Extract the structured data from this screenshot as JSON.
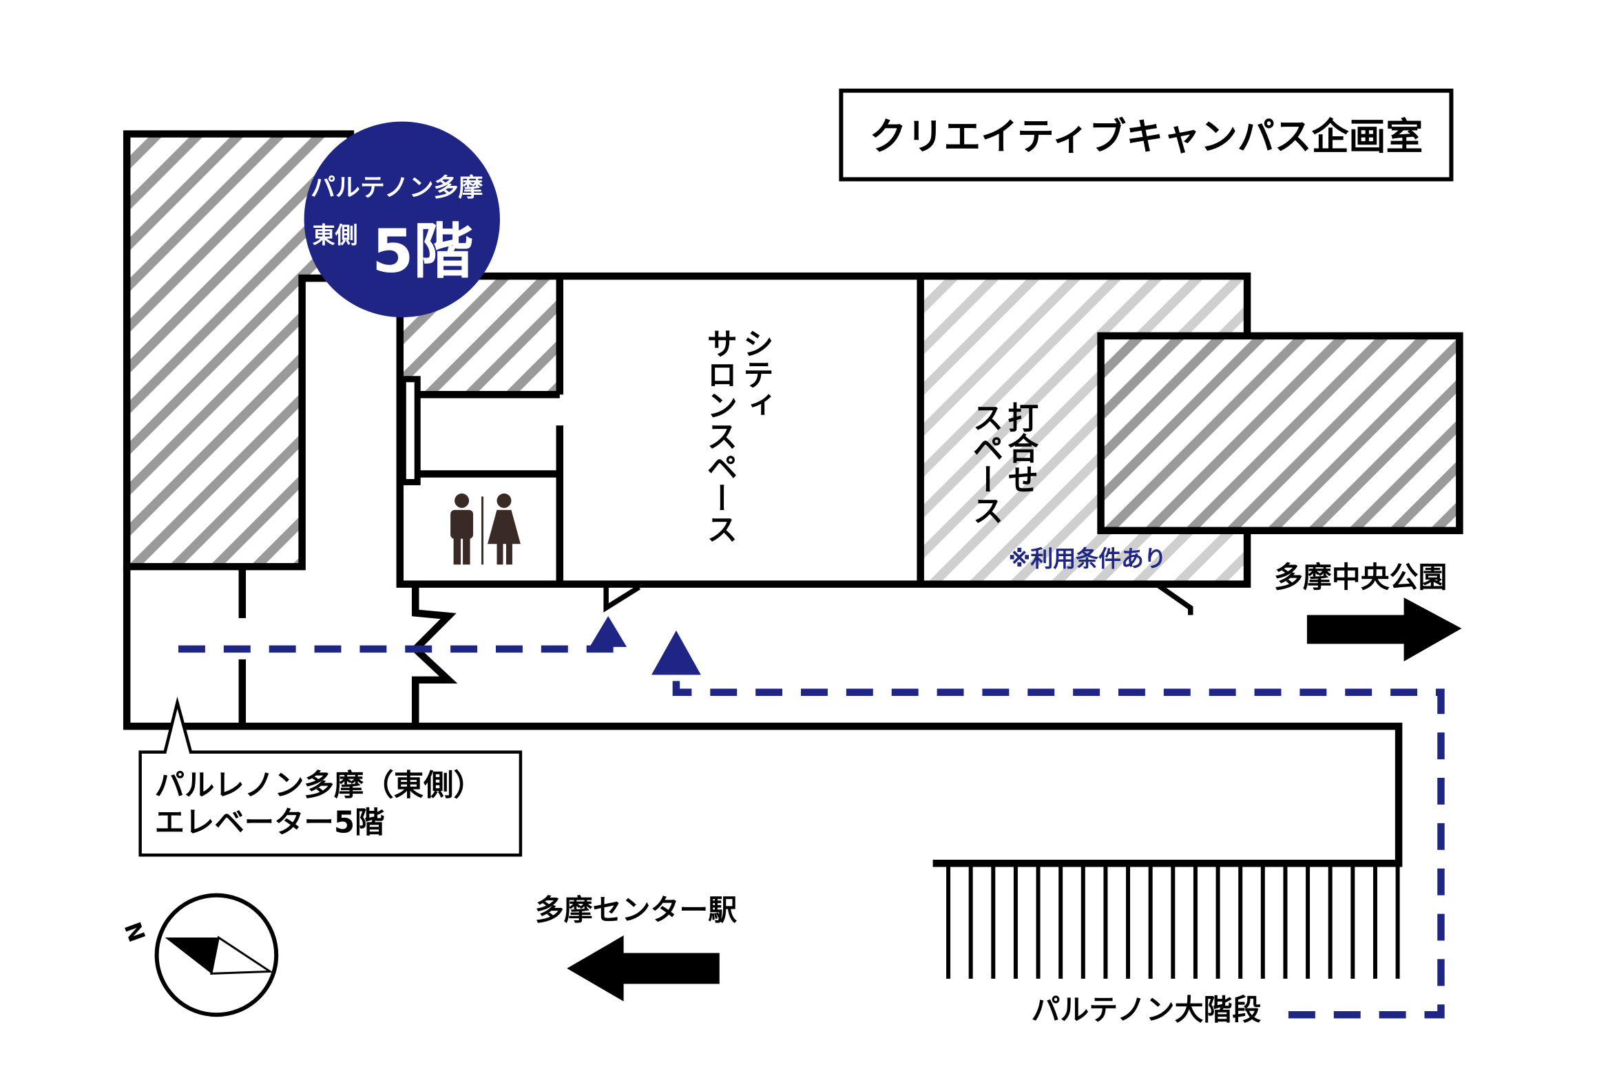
{
  "title": "クリエイティブキャンパス企画室",
  "badge": {
    "line1": "パルテノン多摩",
    "line2_small": "東側",
    "line2_big": "5階",
    "color": "#1f2585"
  },
  "rooms": {
    "salon_col1": "シティ",
    "salon_col2": "サロンスペース",
    "meeting_col1": "打合せ",
    "meeting_col2": "スペース",
    "meeting_note": "※利用条件あり"
  },
  "callout": {
    "line1": "パルレノン多摩（東側）",
    "line2": "エレベーター5階"
  },
  "destinations": {
    "park": "多摩中央公園",
    "station": "多摩センター駅",
    "stairs": "パルテノン大階段"
  },
  "compass": {
    "north_label": "N"
  },
  "colors": {
    "route": "#1f2585",
    "hatch_dark": "#9a9a9a",
    "hatch_light": "#cfcfcf"
  }
}
